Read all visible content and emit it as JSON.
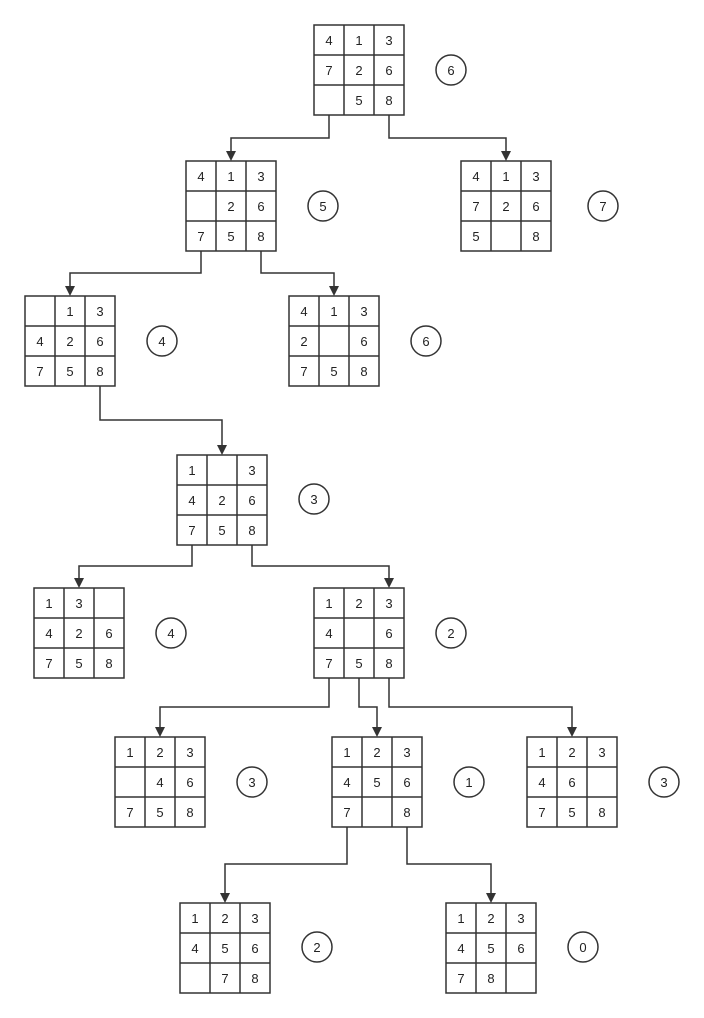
{
  "nodes": [
    {
      "id": "root",
      "cells": [
        "4",
        "1",
        "3",
        "7",
        "2",
        "6",
        "",
        "5",
        "8"
      ],
      "score": "6"
    },
    {
      "id": "d1-left",
      "cells": [
        "4",
        "1",
        "3",
        "",
        "2",
        "6",
        "7",
        "5",
        "8"
      ],
      "score": "5"
    },
    {
      "id": "d1-right",
      "cells": [
        "4",
        "1",
        "3",
        "7",
        "2",
        "6",
        "5",
        "",
        "8"
      ],
      "score": "7"
    },
    {
      "id": "d2-left",
      "cells": [
        "",
        "1",
        "3",
        "4",
        "2",
        "6",
        "7",
        "5",
        "8"
      ],
      "score": "4"
    },
    {
      "id": "d2-right",
      "cells": [
        "4",
        "1",
        "3",
        "2",
        "",
        "6",
        "7",
        "5",
        "8"
      ],
      "score": "6"
    },
    {
      "id": "d3",
      "cells": [
        "1",
        "",
        "3",
        "4",
        "2",
        "6",
        "7",
        "5",
        "8"
      ],
      "score": "3"
    },
    {
      "id": "d4-left",
      "cells": [
        "1",
        "3",
        "",
        "4",
        "2",
        "6",
        "7",
        "5",
        "8"
      ],
      "score": "4"
    },
    {
      "id": "d4-right",
      "cells": [
        "1",
        "2",
        "3",
        "4",
        "",
        "6",
        "7",
        "5",
        "8"
      ],
      "score": "2"
    },
    {
      "id": "d5-left",
      "cells": [
        "1",
        "2",
        "3",
        "",
        "4",
        "6",
        "7",
        "5",
        "8"
      ],
      "score": "3"
    },
    {
      "id": "d5-mid",
      "cells": [
        "1",
        "2",
        "3",
        "4",
        "5",
        "6",
        "7",
        "",
        "8"
      ],
      "score": "1"
    },
    {
      "id": "d5-right",
      "cells": [
        "1",
        "2",
        "3",
        "4",
        "6",
        "",
        "7",
        "5",
        "8"
      ],
      "score": "3"
    },
    {
      "id": "d6-left",
      "cells": [
        "1",
        "2",
        "3",
        "4",
        "5",
        "6",
        "",
        "7",
        "8"
      ],
      "score": "2"
    },
    {
      "id": "d6-right",
      "cells": [
        "1",
        "2",
        "3",
        "4",
        "5",
        "6",
        "7",
        "8",
        ""
      ],
      "score": "0"
    }
  ],
  "edges": [
    {
      "from": "root",
      "to": "d1-left"
    },
    {
      "from": "root",
      "to": "d1-right"
    },
    {
      "from": "d1-left",
      "to": "d2-left"
    },
    {
      "from": "d1-left",
      "to": "d2-right"
    },
    {
      "from": "d2-left",
      "to": "d3"
    },
    {
      "from": "d3",
      "to": "d4-left"
    },
    {
      "from": "d3",
      "to": "d4-right"
    },
    {
      "from": "d4-right",
      "to": "d5-left"
    },
    {
      "from": "d4-right",
      "to": "d5-mid"
    },
    {
      "from": "d4-right",
      "to": "d5-right"
    },
    {
      "from": "d5-mid",
      "to": "d6-left"
    },
    {
      "from": "d5-mid",
      "to": "d6-right"
    }
  ]
}
